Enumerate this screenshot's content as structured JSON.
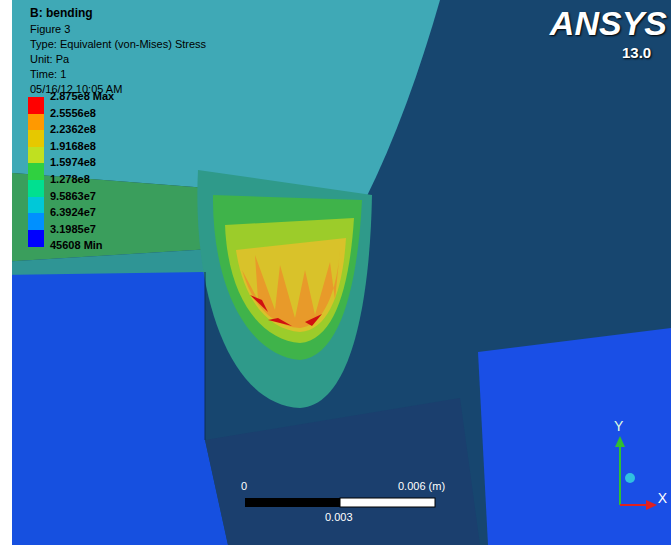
{
  "diagram": {
    "title": "B: bending",
    "labels": [
      "Figure 3",
      "Type: Equivalent (von-Mises) Stress",
      "Unit: Pa",
      "Time: 1",
      "05/16/12 10:05 AM",
      "45608 Min",
      "ANSYS",
      "13.0",
      "0",
      "0.006 (m)",
      "0.003",
      "Y",
      "X"
    ],
    "legend": [
      {
        "text": "2.875e8 Max",
        "color": "#ff0000"
      },
      {
        "text": "2.5556e8",
        "color": "#ff9900"
      },
      {
        "text": "2.2362e8",
        "color": "#e6c800"
      },
      {
        "text": "1.9168e8",
        "color": "#c0e020"
      },
      {
        "text": "1.5974e8",
        "color": "#30d040"
      },
      {
        "text": "1.278e8",
        "color": "#00e090"
      },
      {
        "text": "9.5863e7",
        "color": "#00c8d8"
      },
      {
        "text": "6.3924e7",
        "color": "#0090ff"
      },
      {
        "text": "3.1985e7",
        "color": "#0000ff"
      }
    ]
  }
}
